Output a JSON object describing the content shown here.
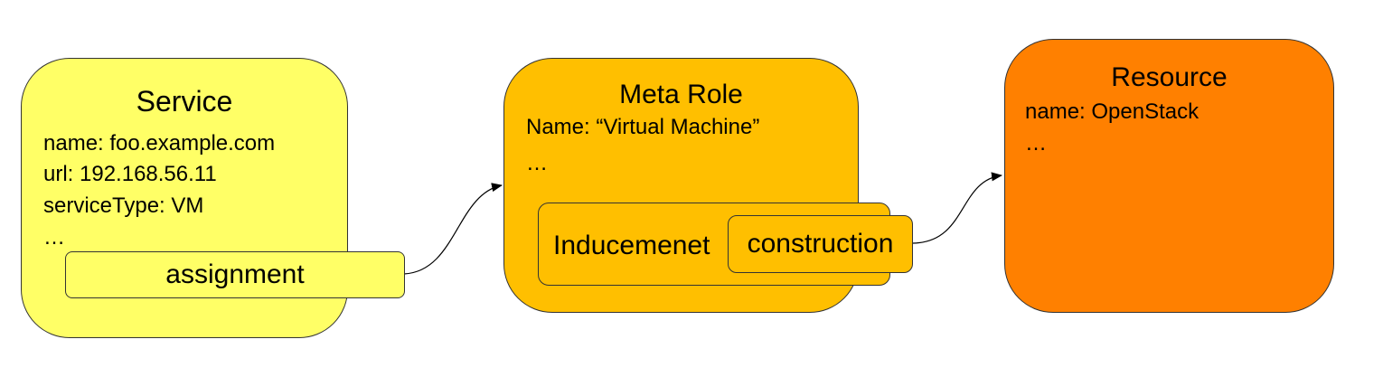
{
  "service": {
    "title": "Service",
    "lines": [
      "name: foo.example.com",
      "url: 192.168.56.11",
      "serviceType: VM",
      "…"
    ],
    "port_label": "assignment",
    "color": "#ffff66"
  },
  "meta_role": {
    "title": "Meta Role",
    "lines": [
      "Name: “Virtual Machine”",
      "…"
    ],
    "inner_label": "Inducemenet",
    "port_label": "construction",
    "color": "#ffbf00"
  },
  "resource": {
    "title": "Resource",
    "lines": [
      "name: OpenStack",
      "…"
    ],
    "color": "#ff8000"
  }
}
